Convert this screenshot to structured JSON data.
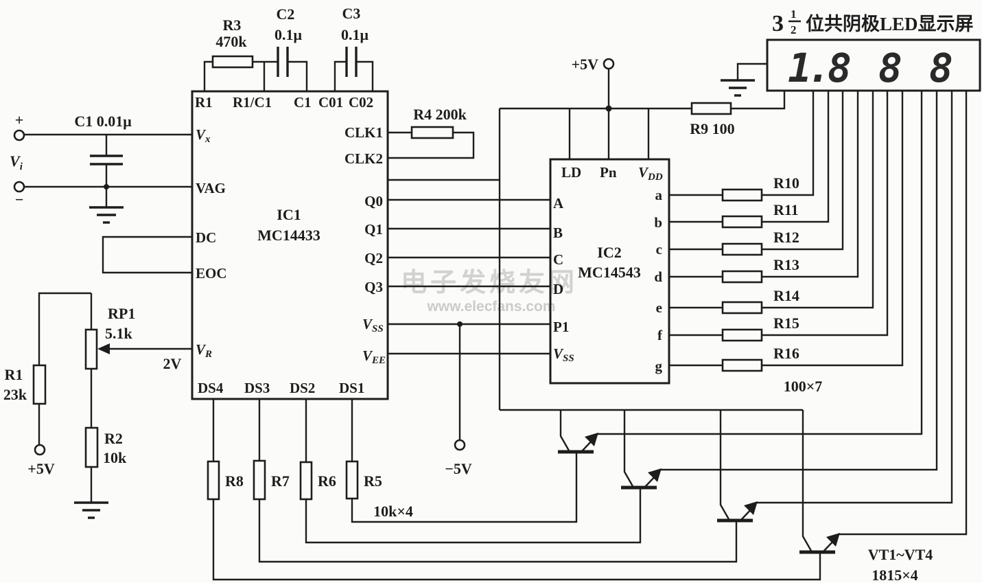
{
  "title": {
    "int": "3",
    "num": "1",
    "den": "2",
    "text": "位共阴极LED显示屏"
  },
  "display": {
    "d1": "1",
    "dp": ".",
    "d2": "8",
    "d3": "8",
    "d4": "8"
  },
  "watermark": {
    "cn": "电子发烧友网",
    "url": "www.elecfans.com"
  },
  "input": {
    "plus": "+",
    "minus": "−",
    "v": "V",
    "i": "i",
    "cap_label": "C1  0.01μ"
  },
  "ic1": {
    "ref": "IC1",
    "part": "MC14433",
    "top": [
      "R1",
      "R1/C1",
      "C1",
      "C01",
      "C02"
    ],
    "left": {
      "vx_v": "V",
      "vx_s": "x",
      "vag": "VAG",
      "dc": "DC",
      "eoc": "EOC",
      "vr_v": "V",
      "vr_s": "R"
    },
    "right": {
      "clk1": "CLK1",
      "clk2": "CLK2",
      "q0": "Q0",
      "q1": "Q1",
      "q2": "Q2",
      "q3": "Q3",
      "vss_v": "V",
      "vss_s": "SS",
      "vee_v": "V",
      "vee_s": "EE"
    },
    "bottom": [
      "DS4",
      "DS3",
      "DS2",
      "DS1"
    ]
  },
  "ic2": {
    "ref": "IC2",
    "part": "MC14543",
    "top": {
      "ld": "LD",
      "pn": "Pn",
      "vdd_v": "V",
      "vdd_s": "DD"
    },
    "left": [
      "A",
      "B",
      "C",
      "D",
      "P1"
    ],
    "vss_v": "V",
    "vss_s": "SS",
    "right": [
      "a",
      "b",
      "c",
      "d",
      "e",
      "f",
      "g"
    ]
  },
  "resistors": {
    "r3_ref": "R3",
    "r3_val": "470k",
    "r4": "R4  200k",
    "r9": "R9  100",
    "r1_ref": "R1",
    "r1_val": "23k",
    "r2_ref": "R2",
    "r2_val": "10k",
    "rp1_ref": "RP1",
    "rp1_val": "5.1k",
    "r5": "R5",
    "r6": "R6",
    "r7": "R7",
    "r8": "R8",
    "base_note": "10k×4",
    "seg": [
      "R10",
      "R11",
      "R12",
      "R13",
      "R14",
      "R15",
      "R16"
    ],
    "seg_note": "100×7"
  },
  "caps": {
    "c2_ref": "C2",
    "c2_val": "0.1μ",
    "c3_ref": "C3",
    "c3_val": "0.1μ"
  },
  "power": {
    "p5_top": "+5V",
    "p5_left": "+5V",
    "m5": "−5V",
    "ref2v": "2V"
  },
  "transistors": {
    "range": "VT1~VT4",
    "part": "1815×4"
  }
}
